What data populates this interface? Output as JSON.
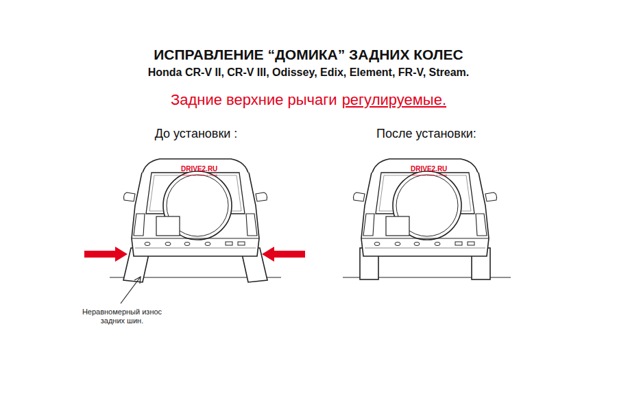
{
  "diagram": {
    "title": "ИСПРАВЛЕНИЕ “ДОМИКА” ЗАДНИХ КОЛЕС",
    "labels": [
      "Honda CR-V II, CR-V III, Odissey, Edix, Element, FR-V, Stream.",
      "Задние верхние рычаги",
      "регулируемые.",
      "До установки :",
      "После установки:",
      "DRIVE2.RU",
      "сообщество машин и людей",
      "DRIVE2.RU",
      "сообщество машин и людей",
      "Неравномерный износ задних шин."
    ]
  }
}
